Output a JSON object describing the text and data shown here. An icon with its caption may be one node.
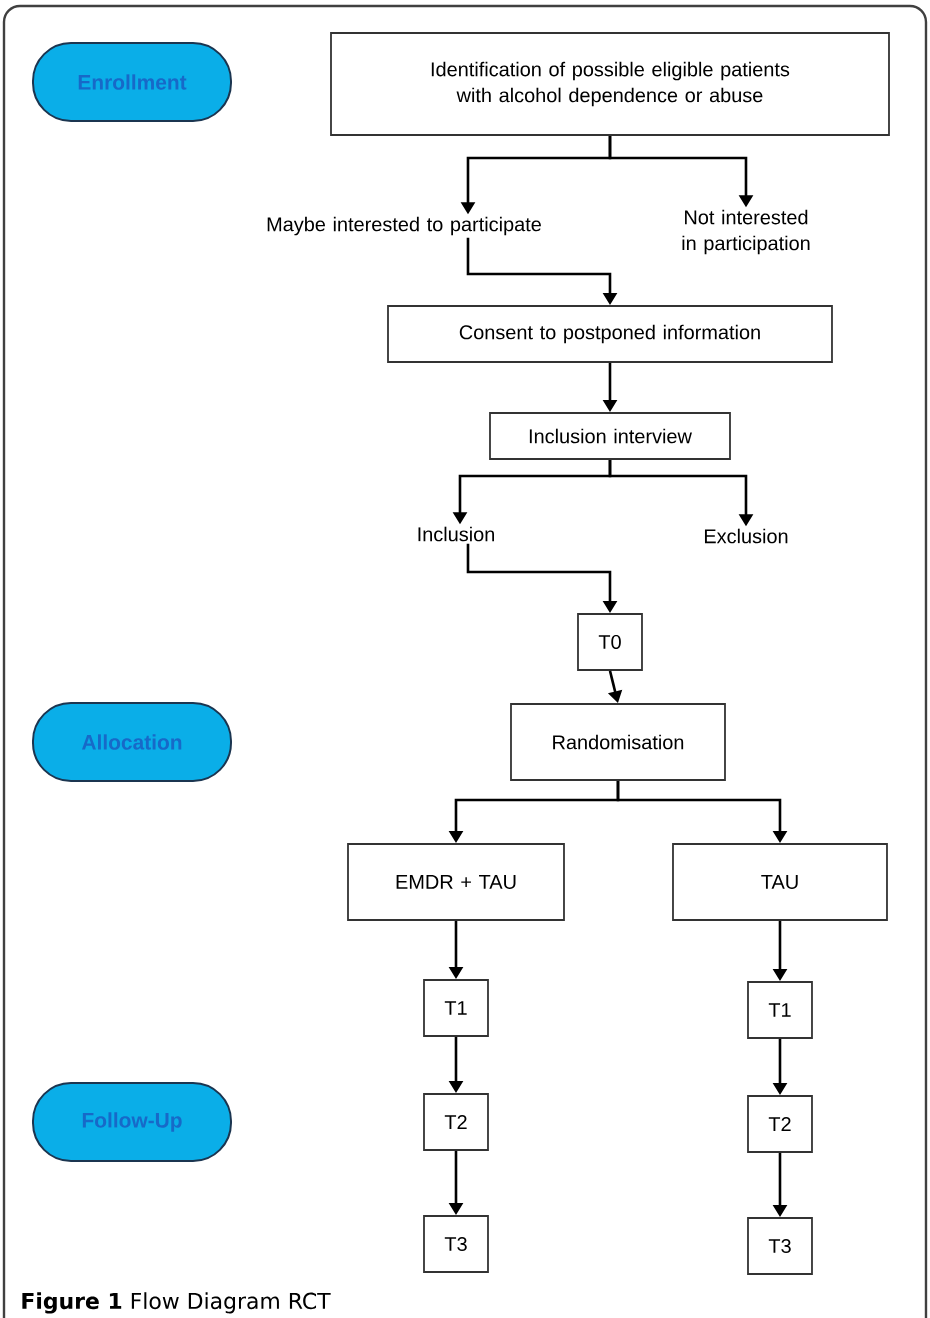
{
  "diagram": {
    "caption": "**Figure 1** Flow Diagram RCT",
    "nodes": [
      {
        "text": [
          "Enrollment"
        ]
      },
      {
        "text": [
          "Identification of possible eligible patients with alcohol dependence or abuse"
        ]
      },
      {
        "text": [
          "Maybe interested to participate"
        ]
      },
      {
        "text": [
          "Not interested in participation"
        ]
      },
      {
        "text": [
          "Consent to postponed information"
        ]
      },
      {
        "text": [
          "Inclusion interview"
        ]
      },
      {
        "text": [
          "Inclusion"
        ]
      },
      {
        "text": [
          "Exclusion"
        ]
      },
      {
        "text": [
          "T0"
        ]
      },
      {
        "text": [
          "Allocation"
        ]
      },
      {
        "text": [
          "Randomisation"
        ]
      },
      {
        "text": [
          "EMDR + TAU"
        ]
      },
      {
        "text": [
          "TAU"
        ]
      },
      {
        "text": [
          "T1"
        ]
      },
      {
        "text": [
          "T1"
        ]
      },
      {
        "text": [
          "Follow-Up"
        ]
      },
      {
        "text": [
          "T2"
        ]
      },
      {
        "text": [
          "T2"
        ]
      },
      {
        "text": [
          "T3"
        ]
      },
      {
        "text": [
          "T3"
        ]
      }
    ],
    "edges": [
      {
        "from": 1,
        "to": 2,
        "arrow": "to"
      },
      {
        "from": 1,
        "to": 3,
        "arrow": "to"
      },
      {
        "from": 2,
        "to": 4,
        "arrow": "to"
      },
      {
        "from": 4,
        "to": 5,
        "arrow": "to"
      },
      {
        "from": 5,
        "to": 6,
        "arrow": "to"
      },
      {
        "from": 5,
        "to": 7,
        "arrow": "to"
      },
      {
        "from": 6,
        "to": 8,
        "arrow": "to"
      },
      {
        "from": 8,
        "to": 10,
        "arrow": "to"
      },
      {
        "from": 10,
        "to": 11,
        "arrow": "to"
      },
      {
        "from": 10,
        "to": 12,
        "arrow": "to"
      },
      {
        "from": 11,
        "to": 13,
        "arrow": "to"
      },
      {
        "from": 13,
        "to": 16,
        "arrow": "to"
      },
      {
        "from": 16,
        "to": 18,
        "arrow": "to"
      },
      {
        "from": 12,
        "to": 14,
        "arrow": "to"
      },
      {
        "from": 14,
        "to": 17,
        "arrow": "to"
      },
      {
        "from": 17,
        "to": 19,
        "arrow": "to"
      }
    ]
  }
}
